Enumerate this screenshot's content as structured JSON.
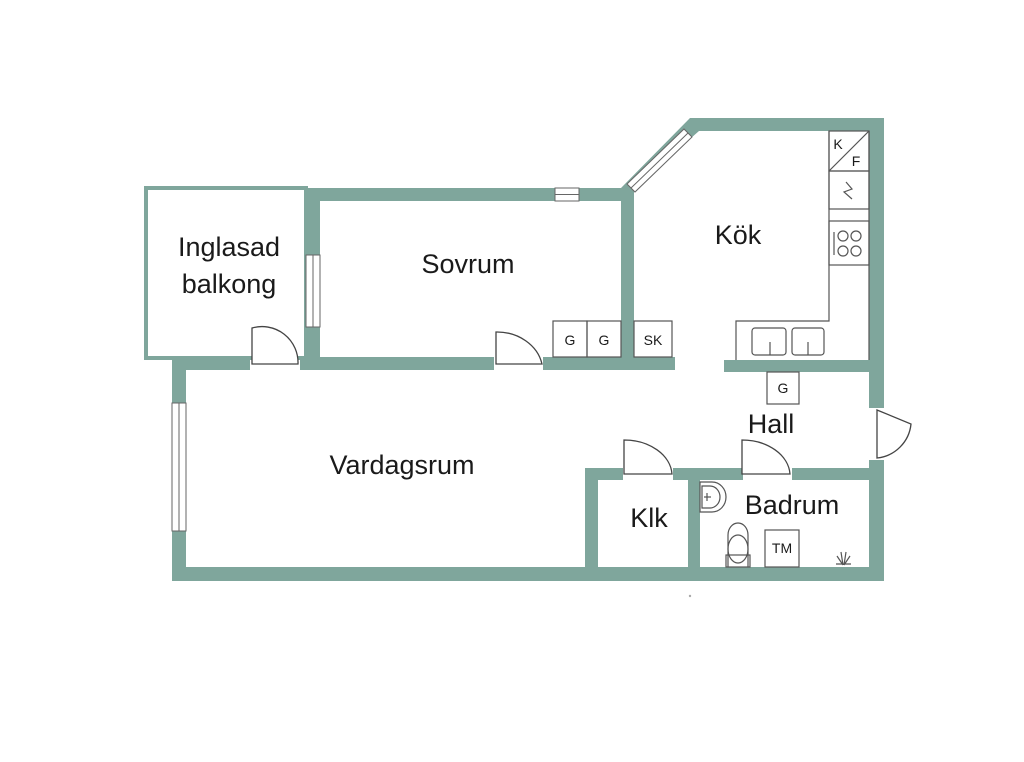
{
  "rooms": {
    "balcony_line1": "Inglasad",
    "balcony_line2": "balkong",
    "bedroom": "Sovrum",
    "kitchen": "Kök",
    "hall": "Hall",
    "living": "Vardagsrum",
    "closet": "Klk",
    "bathroom": "Badrum"
  },
  "fixtures": {
    "wardrobe_1": "G",
    "wardrobe_2": "G",
    "cabinet_sk": "SK",
    "fridge_k": "K",
    "freezer_f": "F",
    "hall_wardrobe": "G",
    "washer": "TM"
  },
  "colors": {
    "wall": "#7fa69c",
    "background": "#ffffff"
  }
}
